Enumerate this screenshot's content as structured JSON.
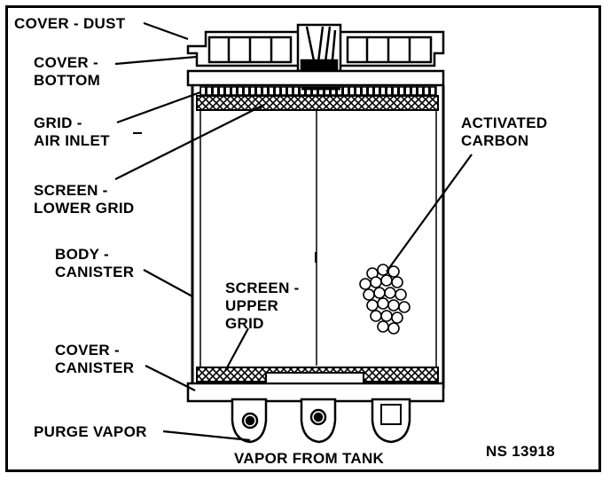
{
  "labels": {
    "cover_dust": "COVER - DUST",
    "cover_bottom_1": "COVER -",
    "cover_bottom_2": "BOTTOM",
    "grid_air_inlet_1": "GRID -",
    "grid_air_inlet_2": "AIR INLET",
    "screen_lower_grid_1": "SCREEN -",
    "screen_lower_grid_2": "LOWER GRID",
    "body_canister_1": "BODY -",
    "body_canister_2": "CANISTER",
    "cover_canister_1": "COVER -",
    "cover_canister_2": "CANISTER",
    "purge_vapor": "PURGE VAPOR",
    "activated_carbon_1": "ACTIVATED",
    "activated_carbon_2": "CARBON",
    "screen_upper_grid_1": "SCREEN -",
    "screen_upper_grid_2": "UPPER",
    "screen_upper_grid_3": "GRID",
    "vapor_from_tank": "VAPOR FROM TANK",
    "figure_number": "NS 13918"
  }
}
